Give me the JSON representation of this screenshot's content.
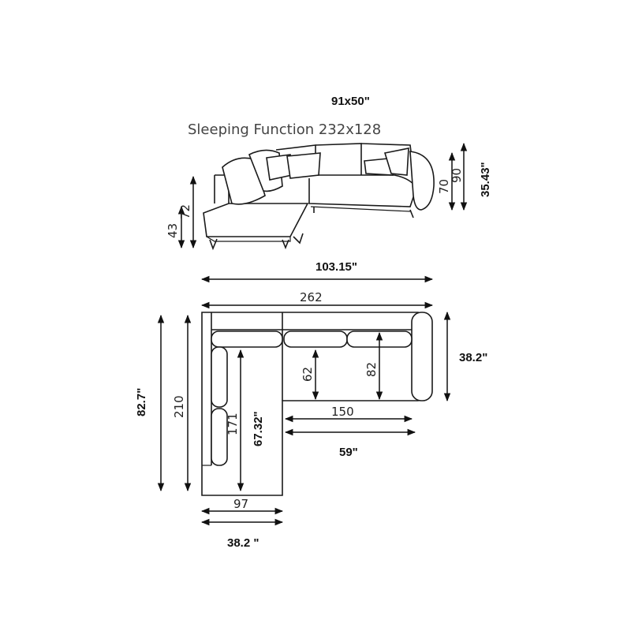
{
  "top_view": {
    "seat_size_in": "91x50\"",
    "sleeping_function": "Sleeping Function 232x128",
    "height_43": "43",
    "height_72": "72",
    "height_70": "70",
    "height_90": "90",
    "height_in": "35.43\""
  },
  "plan_view": {
    "total_width_in": "103.15\"",
    "total_width_cm": "262",
    "right_depth_in": "38.2\"",
    "left_length_in": "82.7\"",
    "left_length_cm": "210",
    "inner_length_cm": "171",
    "inner_length_in": "67.32\"",
    "depth_62": "62",
    "depth_82": "82",
    "inner_width_cm": "150",
    "inner_width_in": "59\"",
    "chaise_width_cm": "97",
    "chaise_width_in": "38.2 \""
  }
}
